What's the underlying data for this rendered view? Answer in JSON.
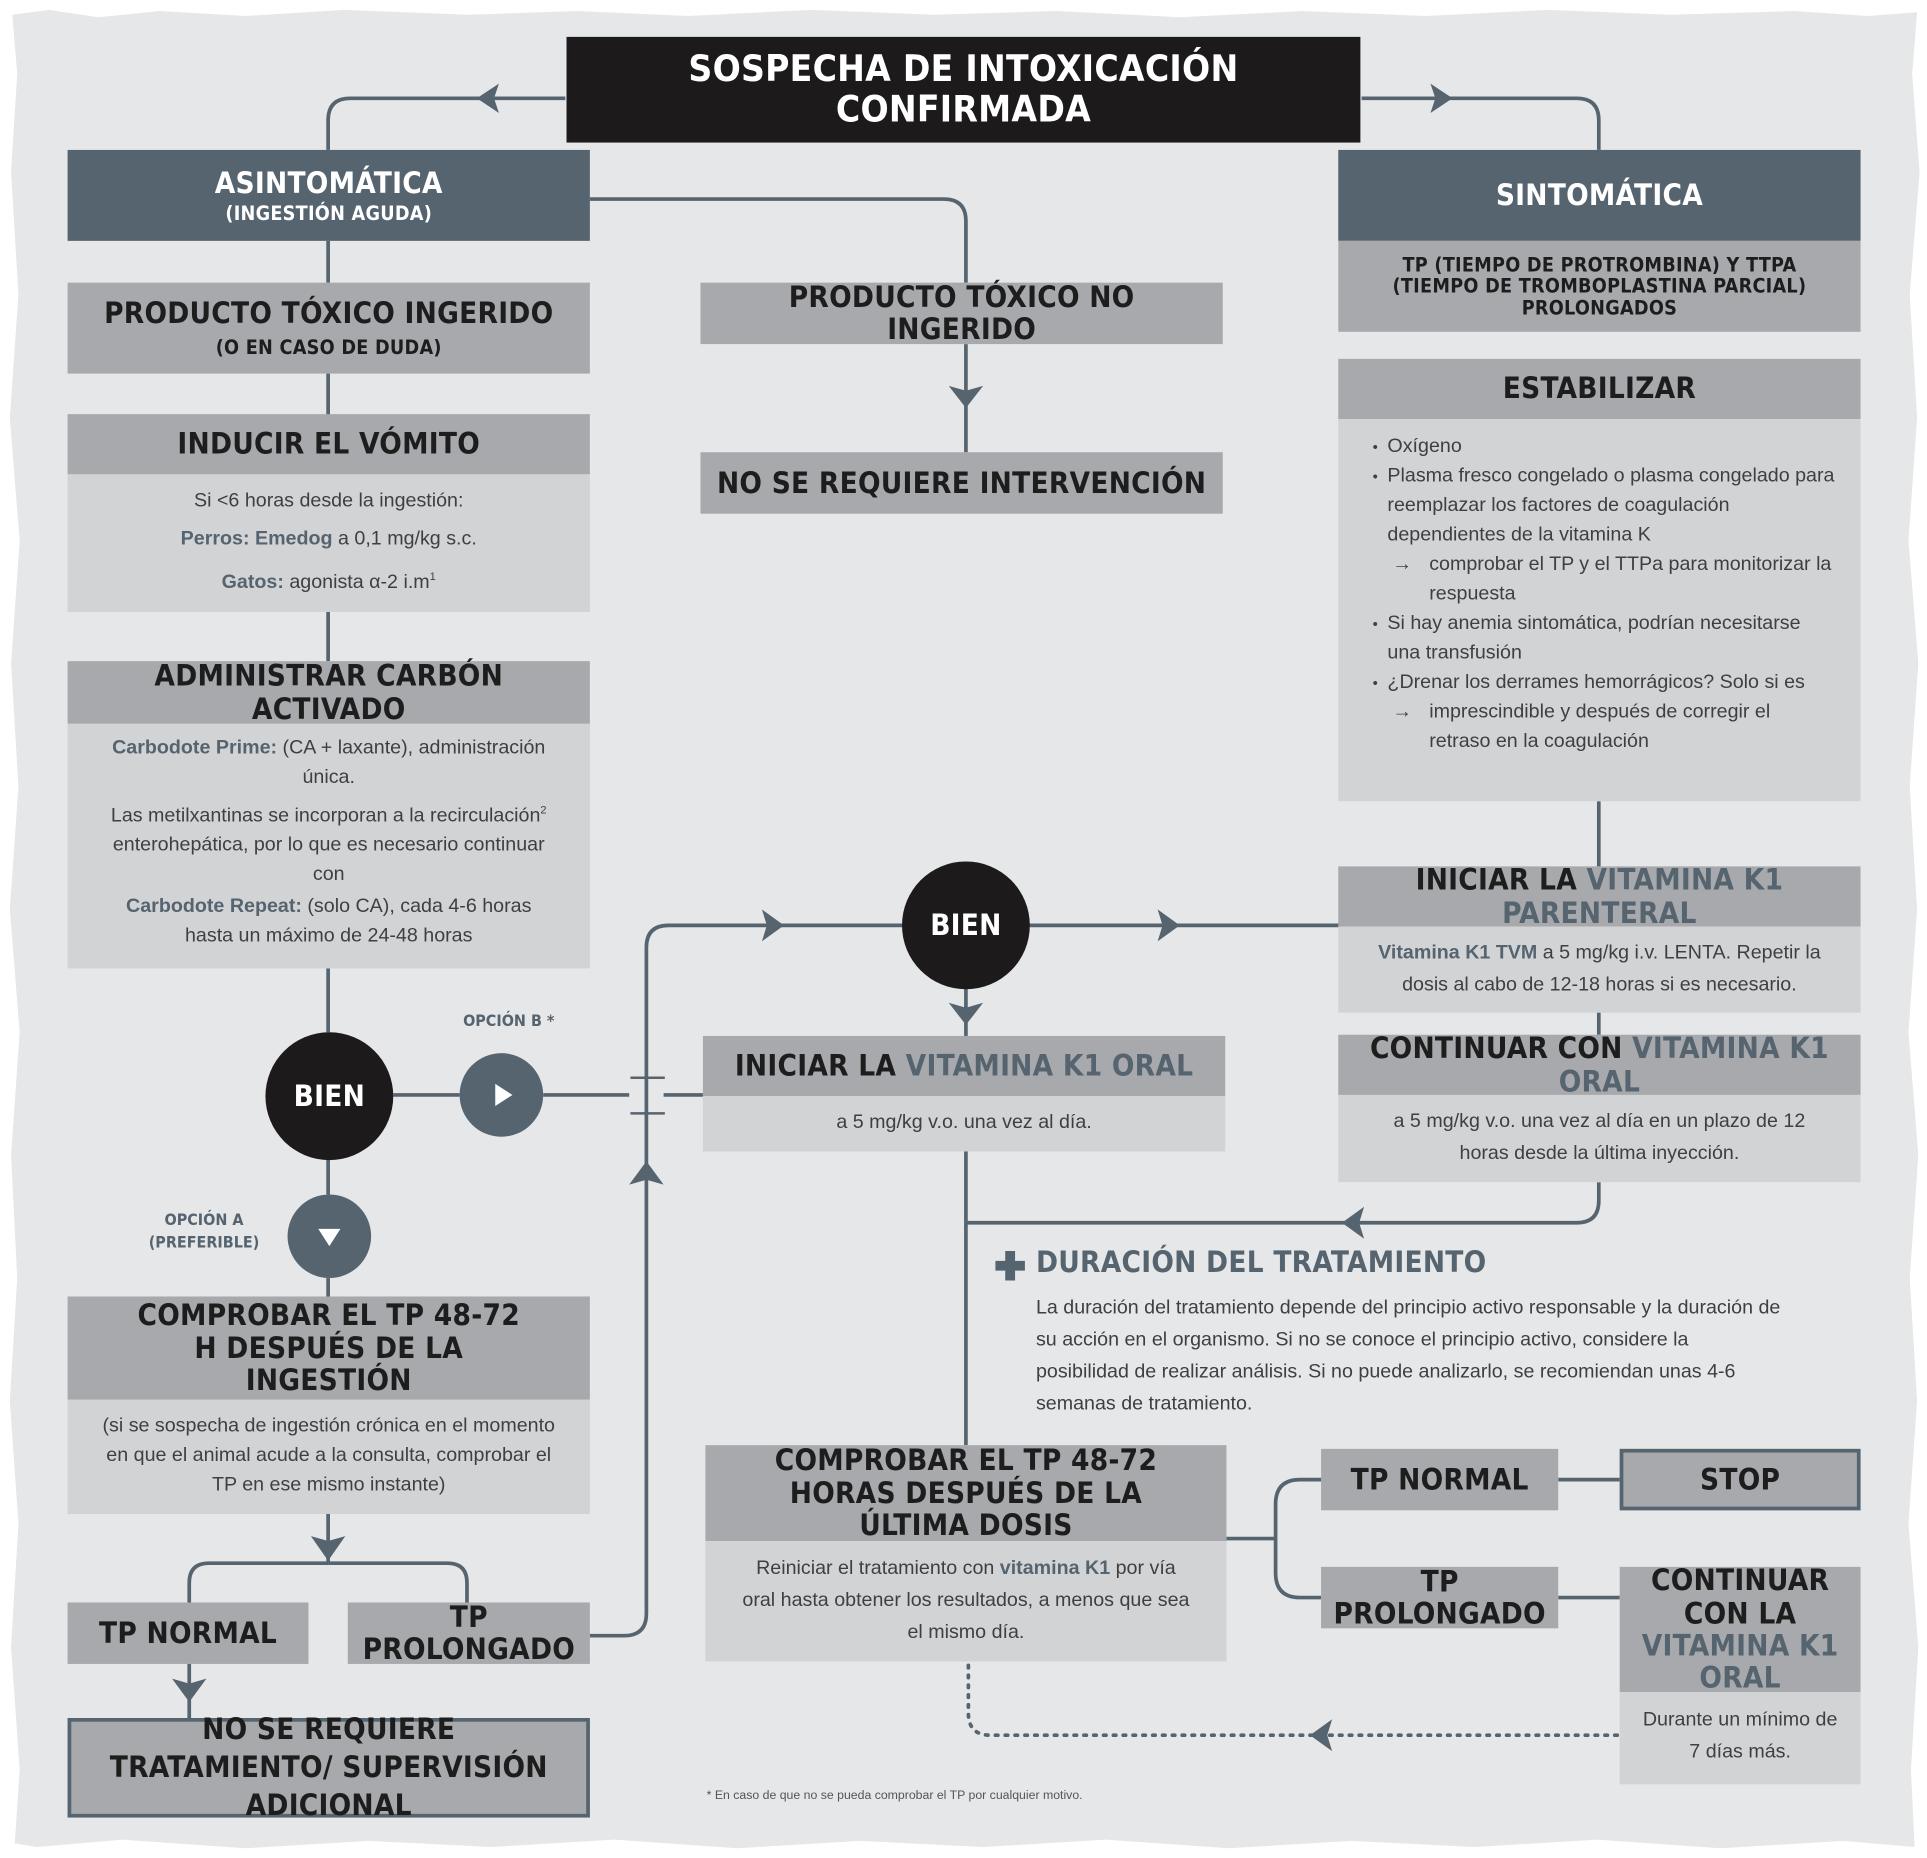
{
  "title": "SOSPECHA DE INTOXICACIÓN CONFIRMADA",
  "asymptomatic": {
    "title": "ASINTOMÁTICA",
    "subtitle": "(INGESTIÓN AGUDA)",
    "ingested": {
      "title": "PRODUCTO TÓXICO INGERIDO",
      "subtitle": "(O EN CASO DE DUDA)"
    },
    "vomit": {
      "title": "INDUCIR EL VÓMITO",
      "line1": "Si <6 horas desde la ingestión:",
      "dogs_label": "Perros: Emedog",
      "dogs_text": " a 0,1 mg/kg s.c.",
      "cats_label": "Gatos:",
      "cats_text": " agonista α-2 i.m",
      "cats_sup": "1"
    },
    "charcoal": {
      "title": "ADMINISTRAR CARBÓN ACTIVADO",
      "prime_label": "Carbodote Prime:",
      "prime_text": " (CA + laxante), administración única.",
      "p2a": "Las metilxantinas se incorporan a la recirculación",
      "p2sup": "2",
      "p2b": " enterohepática, por lo que es necesario continuar con",
      "repeat_label": "Carbodote Repeat:",
      "repeat_text": " (solo CA), cada 4-6 horas hasta un máximo de 24-48 horas"
    },
    "bien": "BIEN",
    "option_b": "OPCIÓN B",
    "option_b_star": "*",
    "option_a": "OPCIÓN A",
    "option_a_sub": "(PREFERIBLE)",
    "check_pt": {
      "title": "COMPROBAR EL TP 48-72 H DESPUÉS DE LA INGESTIÓN",
      "text": "(si se sospecha de ingestión crónica en el momento en que el animal acude a la consulta, comprobar el TP en ese mismo instante)"
    },
    "tp_normal": "TP NORMAL",
    "tp_prolonged": "TP PROLONGADO",
    "no_treatment": "NO SE REQUIERE TRATAMIENTO/ SUPERVISIÓN ADICIONAL"
  },
  "not_ingested": {
    "title": "PRODUCTO TÓXICO NO INGERIDO",
    "result": "NO SE REQUIERE INTERVENCIÓN"
  },
  "center": {
    "bien": "BIEN",
    "oral": {
      "title_a": "INICIAR LA ",
      "title_b": "VITAMINA K1 ORAL",
      "text": "a 5 mg/kg v.o. una vez al día."
    },
    "duration": {
      "title": "DURACIÓN DEL TRATAMIENTO",
      "text": "La duración del tratamiento depende del principio activo responsable y la duración de su acción en el organismo. Si no se conoce el principio activo, considere la posibilidad de realizar análisis. Si no puede analizarlo, se recomiendan unas 4-6 semanas de tratamiento."
    },
    "check_last": {
      "title": "COMPROBAR EL TP 48-72 HORAS DESPUÉS DE LA ÚLTIMA DOSIS",
      "text_a": "Reiniciar el tratamiento con ",
      "text_b": "vitamina K1",
      "text_c": " por vía oral hasta obtener los resultados, a menos que sea el mismo día."
    },
    "tp_normal": "TP NORMAL",
    "stop": "STOP",
    "tp_prolonged": "TP PROLONGADO",
    "continue": {
      "title_a": "CONTINUAR CON LA ",
      "title_b": "VITAMINA K1 ORAL",
      "text": "Durante un mínimo de 7 días más."
    },
    "footnote": "* En caso de que no se pueda comprobar el TP por cualquier motivo."
  },
  "symptomatic": {
    "title": "SINTOMÁTICA",
    "tp": "TP (TIEMPO DE PROTROMBINA) Y TTPA (TIEMPO DE TROMBOPLASTINA PARCIAL) PROLONGADOS",
    "stabilize": {
      "title": "ESTABILIZAR",
      "b1": "Oxígeno",
      "b2": "Plasma fresco congelado o plasma congelado para reemplazar los factores de coagulación dependientes de la vitamina K",
      "b2sub": "comprobar el TP y el TTPa para monitorizar la respuesta",
      "b3": "Si hay anemia sintomática, podrían necesitarse una transfusión",
      "b4": "¿Drenar los derrames hemorrágicos? Solo si es",
      "b4sub": "imprescindible y después de corregir el retraso en la coagulación"
    },
    "parenteral": {
      "title_a": "INICIAR LA ",
      "title_b": "VITAMINA K1 PARENTERAL",
      "label": "Vitamina K1 TVM",
      "text": " a 5 mg/kg i.v. LENTA. Repetir la dosis al cabo de 12-18 horas si es necesario."
    },
    "continue_oral": {
      "title_a": "CONTINUAR CON ",
      "title_b": "VITAMINA K1 ORAL",
      "text": "a 5 mg/kg v.o. una vez al día en un plazo de 12 horas desde la última inyección."
    }
  },
  "colors": {
    "slate": "#566470",
    "dark": "#1c1a1b",
    "grey": "#a7a9ac",
    "light": "#d2d3d5",
    "background": "#e6e7e8"
  }
}
